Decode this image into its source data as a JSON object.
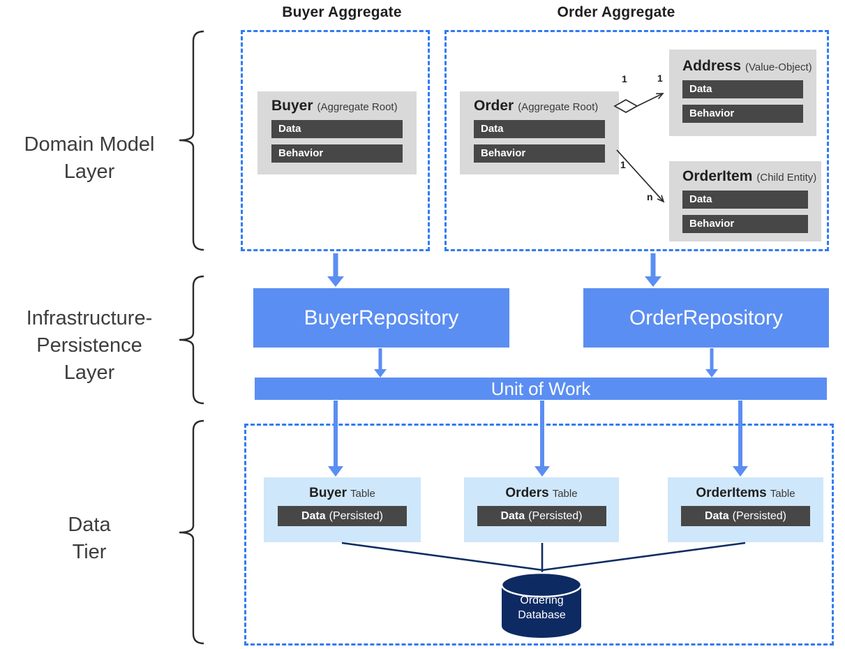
{
  "aggregates": {
    "buyer_title": "Buyer Aggregate",
    "order_title": "Order Aggregate"
  },
  "layer_labels": {
    "domain": [
      "Domain Model",
      "Layer"
    ],
    "infrastructure": [
      "Infrastructure-",
      "Persistence",
      "Layer"
    ],
    "data_tier": [
      "Data",
      "Tier"
    ]
  },
  "cards": {
    "buyer": {
      "name": "Buyer",
      "stereotype": "(Aggregate Root)",
      "rows": [
        "Data",
        "Behavior"
      ]
    },
    "order": {
      "name": "Order",
      "stereotype": "(Aggregate Root)",
      "rows": [
        "Data",
        "Behavior"
      ]
    },
    "address": {
      "name": "Address",
      "stereotype": "(Value-Object)",
      "rows": [
        "Data",
        "Behavior"
      ]
    },
    "order_item": {
      "name": "OrderItem",
      "stereotype": "(Child Entity)",
      "rows": [
        "Data",
        "Behavior"
      ]
    }
  },
  "multiplicities": {
    "order_address_source": "1",
    "order_address_target": "1",
    "order_item_source": "1",
    "order_item_target": "n"
  },
  "repositories": {
    "buyer": "BuyerRepository",
    "order": "OrderRepository"
  },
  "unit_of_work_label": "Unit of Work",
  "tables": {
    "buyer": {
      "name": "Buyer",
      "suffix": "Table",
      "data_bold": "Data",
      "data_rest": "(Persisted)"
    },
    "orders": {
      "name": "Orders",
      "suffix": "Table",
      "data_bold": "Data",
      "data_rest": "(Persisted)"
    },
    "order_items": {
      "name": "OrderItems",
      "suffix": "Table",
      "data_bold": "Data",
      "data_rest": "(Persisted)"
    }
  },
  "database_label": [
    "Ordering",
    "Database"
  ],
  "colors": {
    "accent_blue": "#5b8ef2",
    "dashed_border_blue": "#2f7bf2",
    "table_light_blue": "#cfe7fa",
    "bar_dark_gray": "#474747",
    "card_gray": "#d9d9d9",
    "database_navy": "#0e2a63"
  }
}
